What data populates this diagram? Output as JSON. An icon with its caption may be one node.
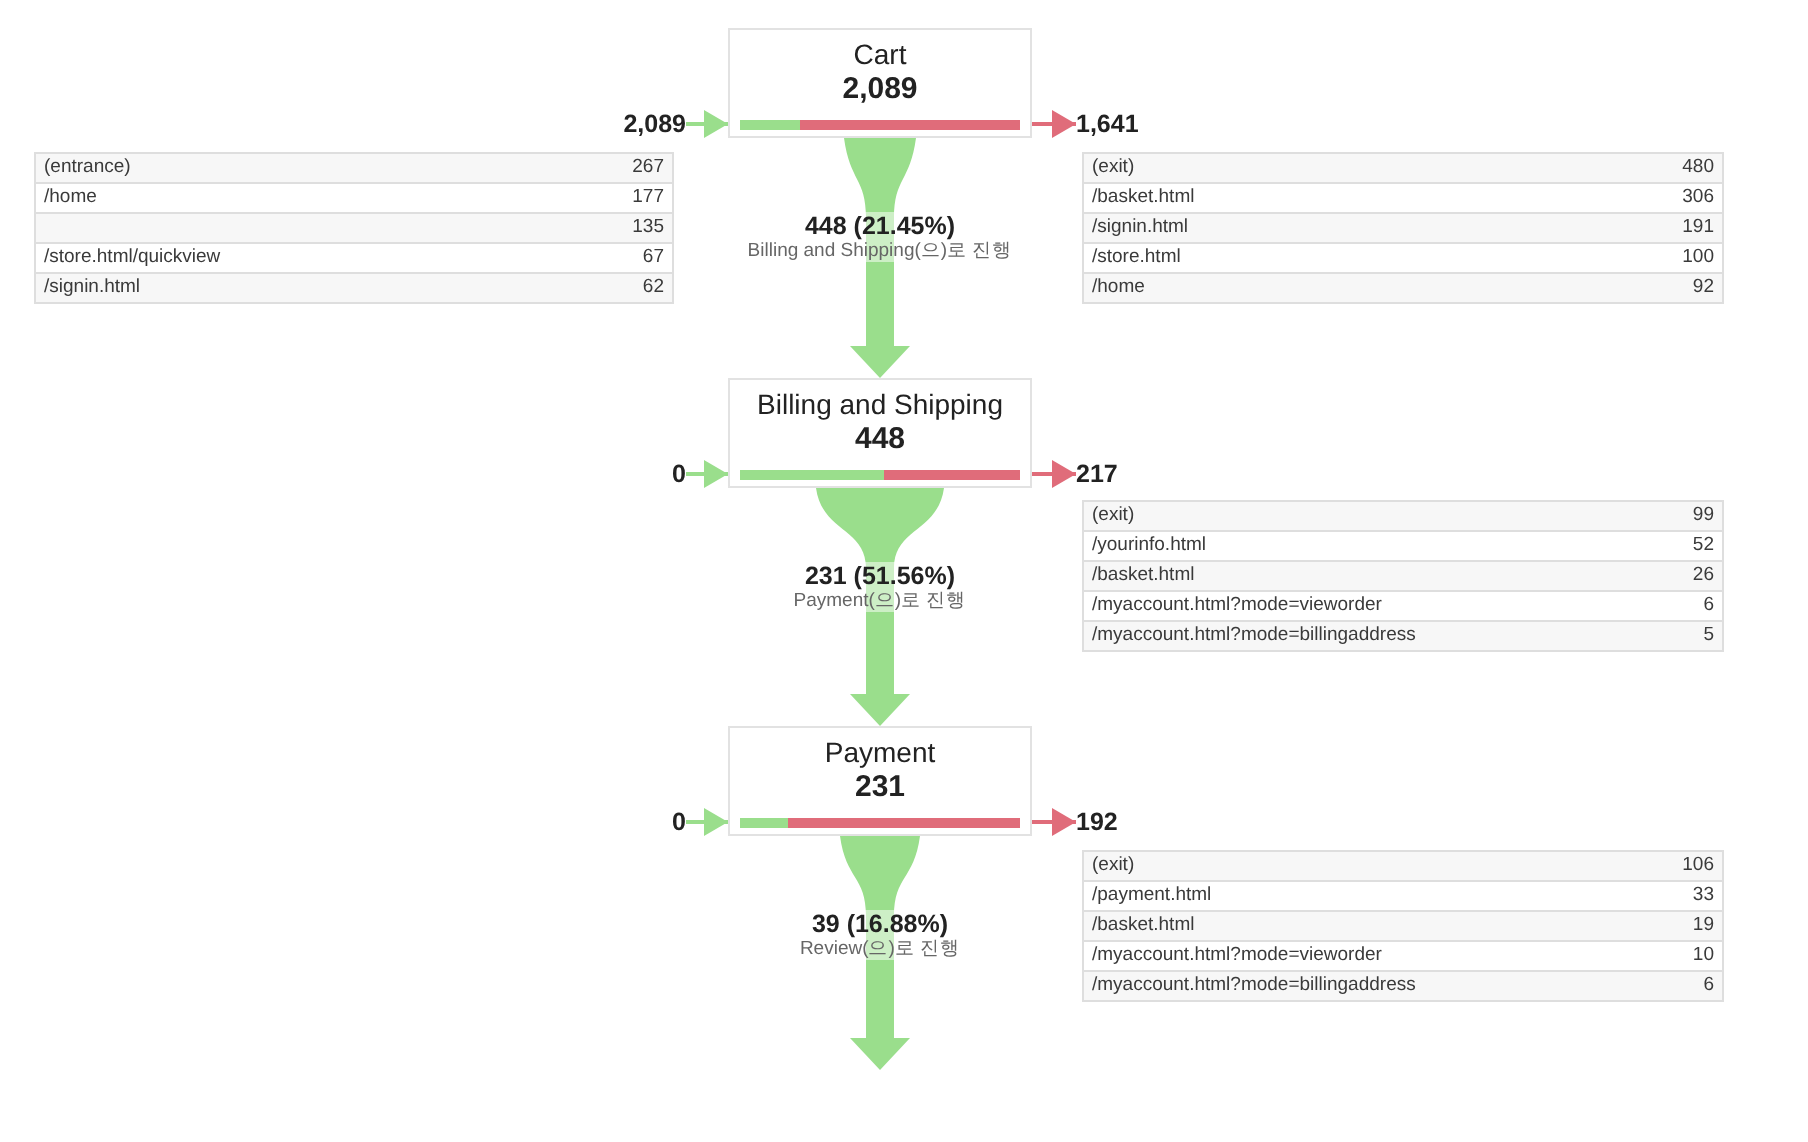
{
  "diagram": {
    "nodes": [
      {
        "text": [
          "2,089"
        ]
      },
      {
        "text": [
          "Cart",
          "2,089"
        ]
      },
      {
        "text": [
          "1,641"
        ]
      },
      {
        "text": [
          "0"
        ]
      },
      {
        "text": [
          "Billing and Shipping",
          "448"
        ]
      },
      {
        "text": [
          "217"
        ]
      },
      {
        "text": [
          "0"
        ]
      },
      {
        "text": [
          "Payment",
          "231"
        ]
      },
      {
        "text": [
          "192"
        ]
      }
    ],
    "edges": [
      {
        "from": 0,
        "to": 1,
        "arrow": "to"
      },
      {
        "from": 1,
        "to": 2,
        "arrow": "to",
        "color": "#e06c7a"
      },
      {
        "from": 1,
        "to": 4,
        "arrow": "to",
        "style": "thick",
        "label": "**448 (21.45%)** Billing and Shipping(으)로 진행"
      },
      {
        "from": 3,
        "to": 4,
        "arrow": "to"
      },
      {
        "from": 4,
        "to": 5,
        "arrow": "to",
        "color": "#e06c7a"
      },
      {
        "from": 4,
        "to": 7,
        "arrow": "to",
        "style": "thick",
        "label": "**231 (51.56%)** Payment(으)로 진행"
      },
      {
        "from": 6,
        "to": 7,
        "arrow": "to"
      },
      {
        "from": 7,
        "to": 8,
        "arrow": "to",
        "color": "#e06c7a"
      },
      {
        "from": 7,
        "to": null,
        "arrow": "to",
        "style": "thick",
        "label": "**39 (16.88%)** Review(으)로 진행"
      }
    ],
    "labels": [
      "(entrance)",
      "267",
      "/home",
      "177",
      "135",
      "/store.html/quickview",
      "67",
      "/signin.html",
      "62",
      "(exit)",
      "480",
      "/basket.html",
      "306",
      "/signin.html",
      "191",
      "/store.html",
      "100",
      "/home",
      "92",
      "(exit)",
      "99",
      "/yourinfo.html",
      "52",
      "/basket.html",
      "26",
      "/myaccount.html?mode=vieworder",
      "6",
      "/myaccount.html?mode=billingaddress",
      "5",
      "(exit)",
      "106",
      "/payment.html",
      "33",
      "/basket.html",
      "19",
      "/myaccount.html?mode=vieworder",
      "10",
      "/myaccount.html?mode=billingaddress",
      "6"
    ]
  }
}
